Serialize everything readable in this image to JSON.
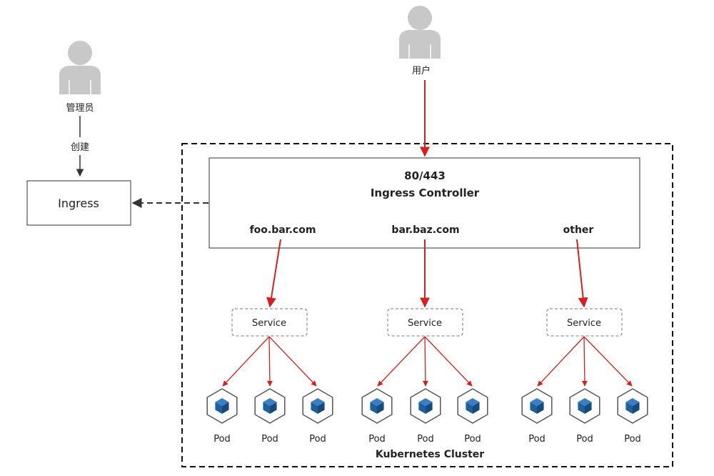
{
  "admin": {
    "label": "管理员"
  },
  "user": {
    "label": "用户"
  },
  "create_label": "创建",
  "ingress": {
    "label": "Ingress"
  },
  "controller": {
    "port_label": "80/443",
    "title": "Ingress Controller",
    "hosts": [
      "foo.bar.com",
      "bar.baz.com",
      "other"
    ]
  },
  "service_label": "Service",
  "pod_label": "Pod",
  "cluster_label": "Kubernetes Cluster",
  "colors": {
    "arrow_red": "#d81e1e",
    "person_gray": "#c8c8c8",
    "pod_blue": "#1f5f9e",
    "pod_outline": "#555555"
  }
}
